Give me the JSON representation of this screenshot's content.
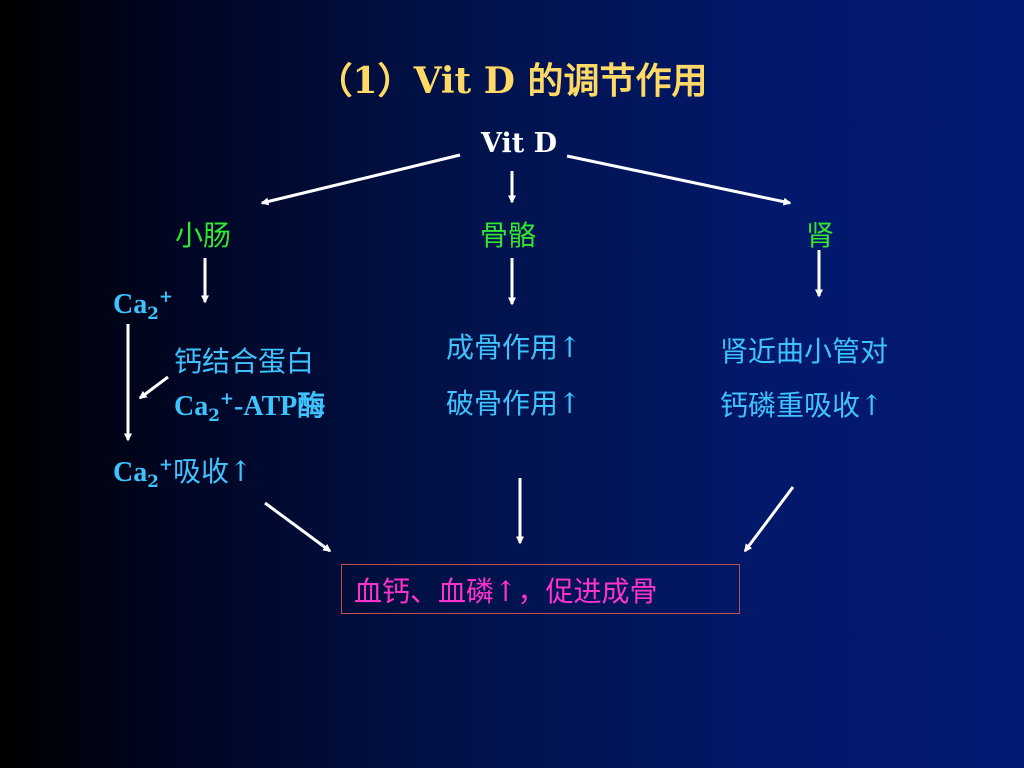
{
  "title": "（1）Vit D 的调节作用",
  "root": "Vit D",
  "organs": {
    "intestine": "小肠",
    "bone": "骨骼",
    "kidney": "肾"
  },
  "intestine": {
    "ion_base": "Ca",
    "ion_sub": "2",
    "ion_sup": "+",
    "protein": "钙结合蛋白",
    "atp_enzyme_suffix": "-ATP酶",
    "absorb": "吸收↑"
  },
  "bone": {
    "effect_1": "成骨作用↑",
    "effect_2": "破骨作用↑"
  },
  "kidney": {
    "effect_1": "肾近曲小管对",
    "effect_2": "钙磷重吸收↑"
  },
  "result": "血钙、血磷↑，促进成骨",
  "colors": {
    "title": "#ffd966",
    "organ": "#33e633",
    "effect": "#3fc3ff",
    "result_text": "#ff33cc",
    "result_border": "#c0504d",
    "arrow": "#ffffff"
  }
}
